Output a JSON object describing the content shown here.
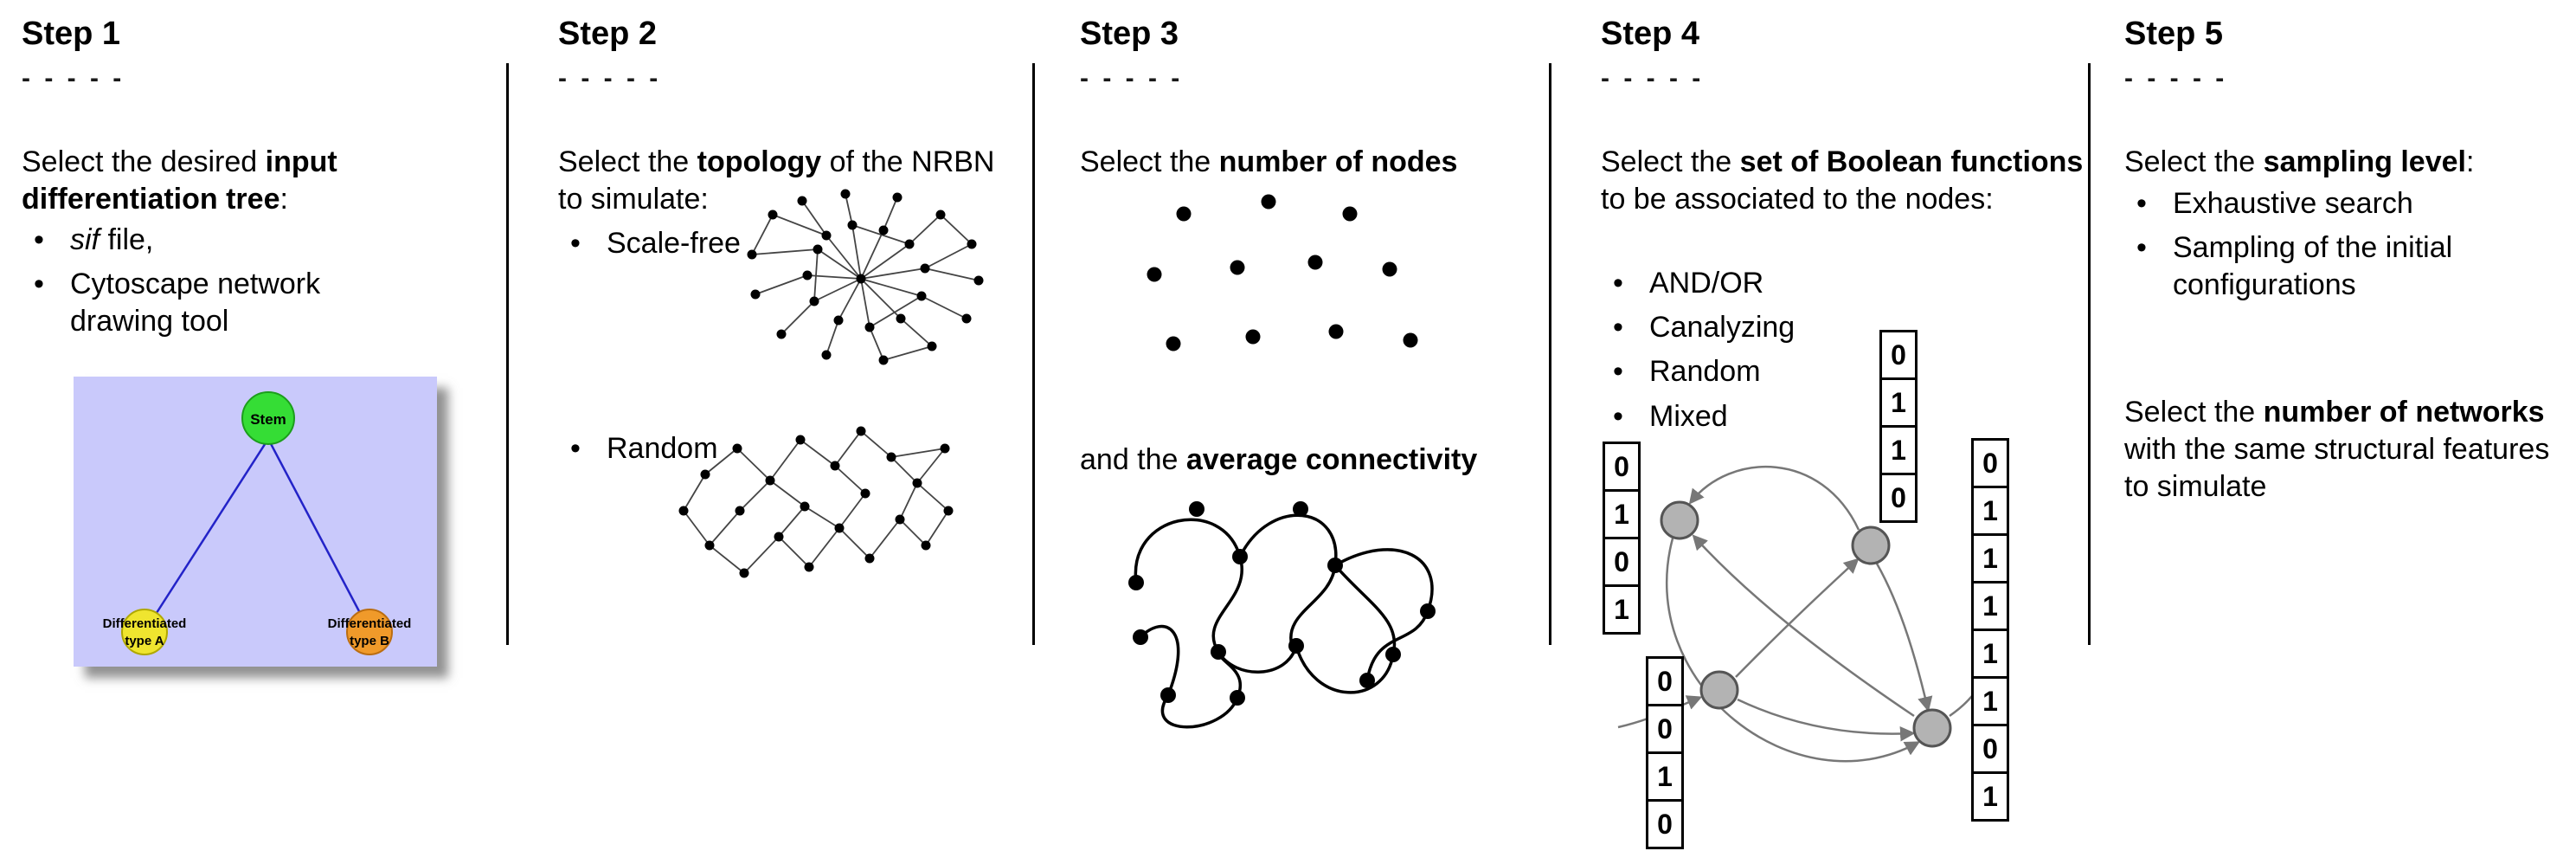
{
  "steps": [
    {
      "title": "Step 1",
      "dashes": "- - - - -",
      "intro": {
        "pre": "Select the desired ",
        "bold": "input differentiation tree",
        "post": ":"
      },
      "bullets": [
        {
          "italic": "sif",
          "rest": " file,"
        },
        {
          "rest": "Cytoscape network drawing tool"
        }
      ],
      "tree": {
        "root_label": "Stem",
        "left_label_line1": "Differentiated",
        "left_label_line2": "type A",
        "right_label_line1": "Differentiated",
        "right_label_line2": "type B",
        "colors": {
          "panel": "#c9c9fb",
          "root": "#35dd35",
          "left": "#efe52f",
          "right": "#f09a2a",
          "edge": "#2323c8"
        }
      }
    },
    {
      "title": "Step 2",
      "dashes": "- - - - -",
      "intro": {
        "pre": "Select the ",
        "bold": "topology",
        "post": " of the NRBN to simulate:"
      },
      "bullets": [
        {
          "rest": "Scale-free"
        },
        {
          "rest": "Random"
        }
      ]
    },
    {
      "title": "Step 3",
      "dashes": "- - - - -",
      "intro": {
        "pre": "Select the ",
        "bold": "number of nodes",
        "post": ""
      },
      "second": {
        "pre": "and the ",
        "bold": "average connectivity",
        "post": ""
      }
    },
    {
      "title": "Step 4",
      "dashes": "- - - - -",
      "intro": {
        "pre": "Select the ",
        "bold": "set of Boolean functions",
        "post": " to be associated to the nodes:"
      },
      "bullets": [
        {
          "rest": "AND/OR"
        },
        {
          "rest": "Canalyzing"
        },
        {
          "rest": "Random"
        },
        {
          "rest": "Mixed"
        }
      ],
      "vectors": {
        "left": [
          "0",
          "1",
          "0",
          "1"
        ],
        "top": [
          "0",
          "1",
          "1",
          "0"
        ],
        "right": [
          "0",
          "1",
          "1",
          "1",
          "1",
          "1",
          "0",
          "1"
        ],
        "bottom": [
          "0",
          "0",
          "1",
          "0"
        ]
      }
    },
    {
      "title": "Step 5",
      "dashes": "- - - - -",
      "intro": {
        "pre": "Select the ",
        "bold": "sampling level",
        "post": ":"
      },
      "bullets": [
        {
          "rest": "Exhaustive search"
        },
        {
          "rest": "Sampling of the initial configurations"
        }
      ],
      "second": {
        "pre": "Select the ",
        "bold": "number of networks",
        "post": " with the same structural features to simulate"
      }
    }
  ]
}
